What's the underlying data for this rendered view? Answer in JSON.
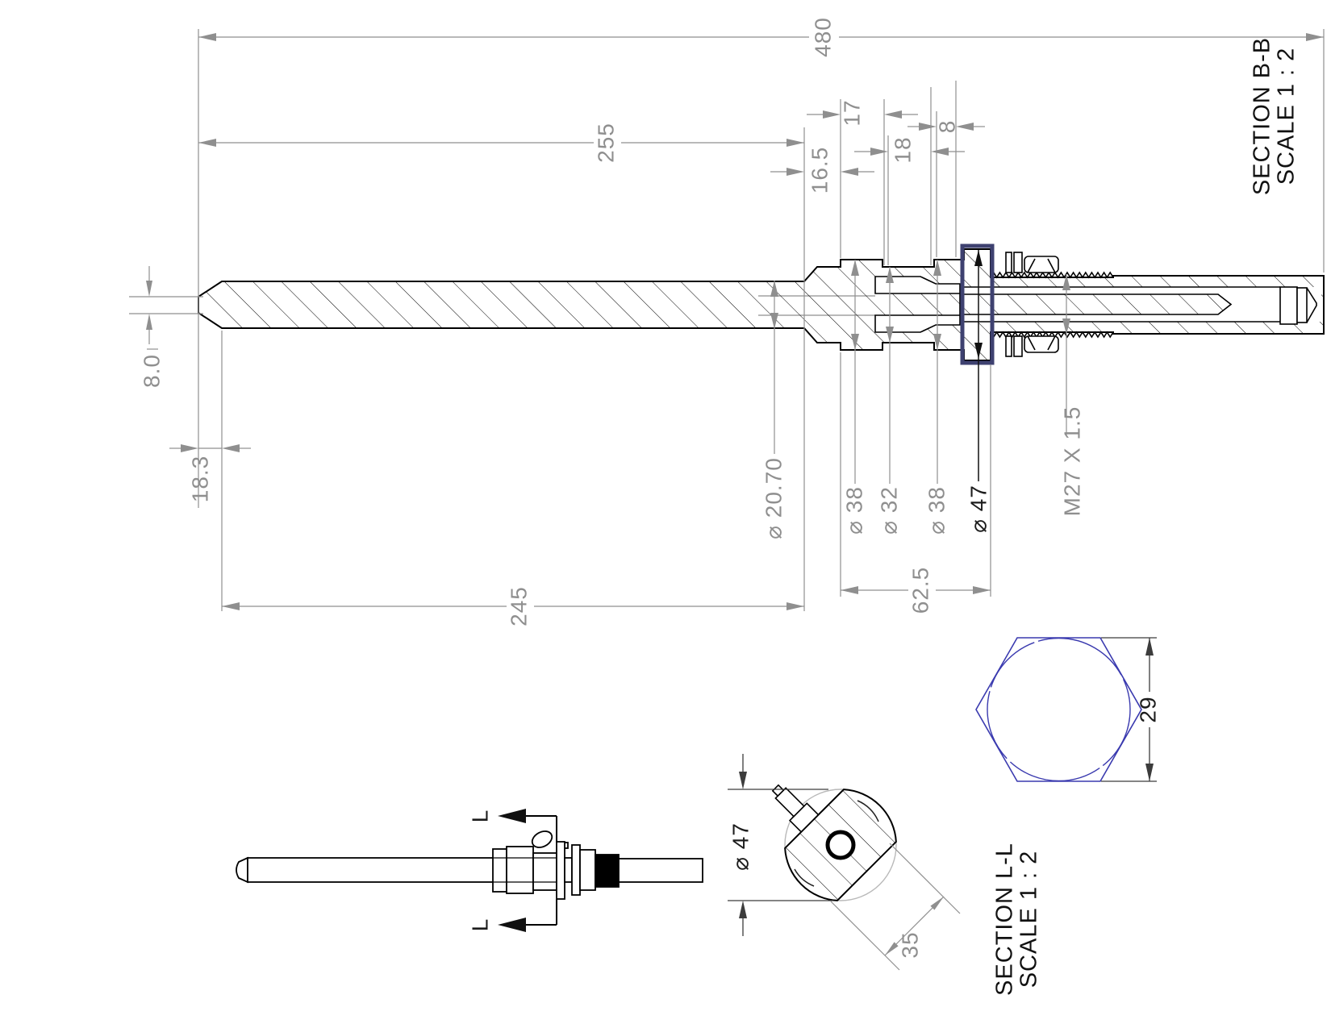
{
  "section_bb": {
    "title": "SECTION B-B",
    "scale": "SCALE 1 : 2",
    "dims": {
      "total_length": "480",
      "front_length": "255",
      "probe_length": "245",
      "tip_height": "8.0",
      "tip_taper": "18.3",
      "step_1": "16.5",
      "step_2": "17",
      "step_3": "18",
      "step_4": "8",
      "hub_length": "62.5",
      "shaft_dia": "⌀ 20.70",
      "collar_dia_1": "⌀ 38",
      "neck_dia": "⌀ 32",
      "collar_dia_2": "⌀ 38",
      "flange_dia": "⌀ 47",
      "thread": "M27 X 1.5"
    }
  },
  "hex_view": {
    "across_flats": "29"
  },
  "side_view": {
    "cut_label_top": "L",
    "cut_label_bottom": "L"
  },
  "section_ll": {
    "title": "SECTION L-L",
    "scale": "SCALE 1 : 2",
    "dims": {
      "flange_dia": "⌀ 47",
      "flat_width": "35"
    }
  },
  "colors": {
    "highlight_navy": "#3e4170",
    "hex_blue": "#3a3aaf",
    "dim_gray": "#8f8f8f",
    "line_black": "#000000"
  }
}
